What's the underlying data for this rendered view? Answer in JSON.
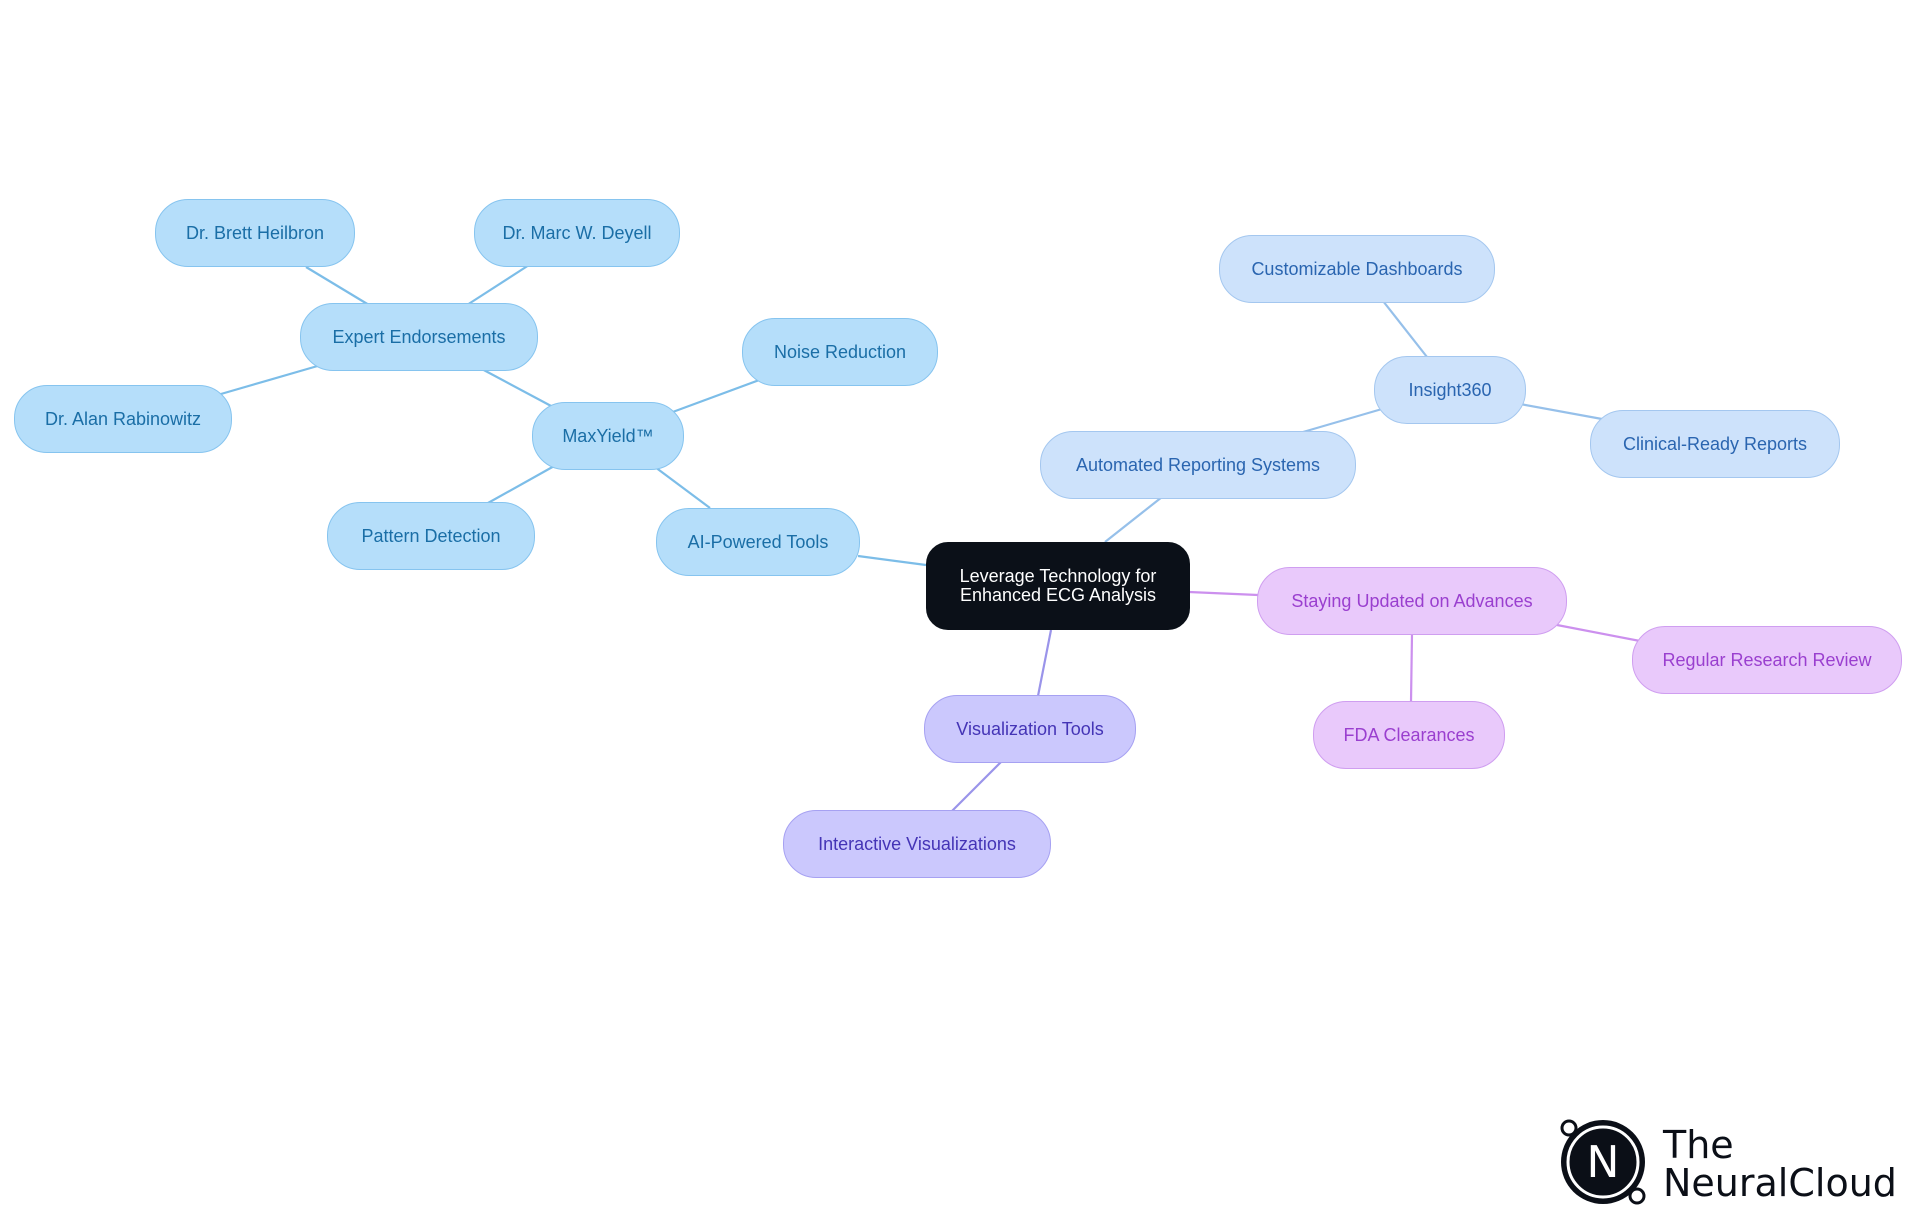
{
  "palette": {
    "root": {
      "fill": "#0b1018",
      "stroke": "#0b1018",
      "text": "#ffffff"
    },
    "ai": {
      "fill": "#b5defa",
      "stroke": "#86c4ef",
      "text": "#1a6ea6",
      "line": "#7cbde8"
    },
    "report": {
      "fill": "#cde2fb",
      "stroke": "#a4c7ef",
      "text": "#2a65b0",
      "line": "#96c0ea"
    },
    "update": {
      "fill": "#e9c9fb",
      "stroke": "#cf9ef0",
      "text": "#9a3fcf",
      "line": "#cc90ee"
    },
    "viz": {
      "fill": "#cbc8fd",
      "stroke": "#a6a1f2",
      "text": "#4434b6",
      "line": "#9a94ea"
    }
  },
  "nodes": [
    {
      "id": "root",
      "label": "Leverage Technology for Enhanced ECG Analysis",
      "group": "root"
    },
    {
      "id": "ai",
      "label": "AI-Powered Tools",
      "group": "ai"
    },
    {
      "id": "maxyield",
      "label": "MaxYield™",
      "group": "ai"
    },
    {
      "id": "noise",
      "label": "Noise Reduction",
      "group": "ai"
    },
    {
      "id": "pattern",
      "label": "Pattern Detection",
      "group": "ai"
    },
    {
      "id": "expert",
      "label": "Expert Endorsements",
      "group": "ai"
    },
    {
      "id": "heilbron",
      "label": "Dr. Brett Heilbron",
      "group": "ai"
    },
    {
      "id": "deyell",
      "label": "Dr. Marc W. Deyell",
      "group": "ai"
    },
    {
      "id": "rabinowitz",
      "label": "Dr. Alan Rabinowitz",
      "group": "ai"
    },
    {
      "id": "auto",
      "label": "Automated Reporting Systems",
      "group": "report"
    },
    {
      "id": "insight",
      "label": "Insight360",
      "group": "report"
    },
    {
      "id": "dash",
      "label": "Customizable Dashboards",
      "group": "report"
    },
    {
      "id": "clinical",
      "label": "Clinical-Ready Reports",
      "group": "report"
    },
    {
      "id": "updated",
      "label": "Staying Updated on Advances",
      "group": "update"
    },
    {
      "id": "research",
      "label": "Regular Research Review",
      "group": "update"
    },
    {
      "id": "fda",
      "label": "FDA Clearances",
      "group": "update"
    },
    {
      "id": "viz",
      "label": "Visualization Tools",
      "group": "viz"
    },
    {
      "id": "interactive",
      "label": "Interactive Visualizations",
      "group": "viz"
    }
  ],
  "edges": [
    [
      "root",
      "ai"
    ],
    [
      "ai",
      "maxyield"
    ],
    [
      "maxyield",
      "noise"
    ],
    [
      "maxyield",
      "pattern"
    ],
    [
      "maxyield",
      "expert"
    ],
    [
      "expert",
      "heilbron"
    ],
    [
      "expert",
      "deyell"
    ],
    [
      "expert",
      "rabinowitz"
    ],
    [
      "root",
      "auto"
    ],
    [
      "auto",
      "insight"
    ],
    [
      "insight",
      "dash"
    ],
    [
      "insight",
      "clinical"
    ],
    [
      "root",
      "updated"
    ],
    [
      "updated",
      "research"
    ],
    [
      "updated",
      "fda"
    ],
    [
      "root",
      "viz"
    ],
    [
      "viz",
      "interactive"
    ]
  ],
  "logo": {
    "line1": "The",
    "line2": "NeuralCloud",
    "mark_letter": "N"
  }
}
